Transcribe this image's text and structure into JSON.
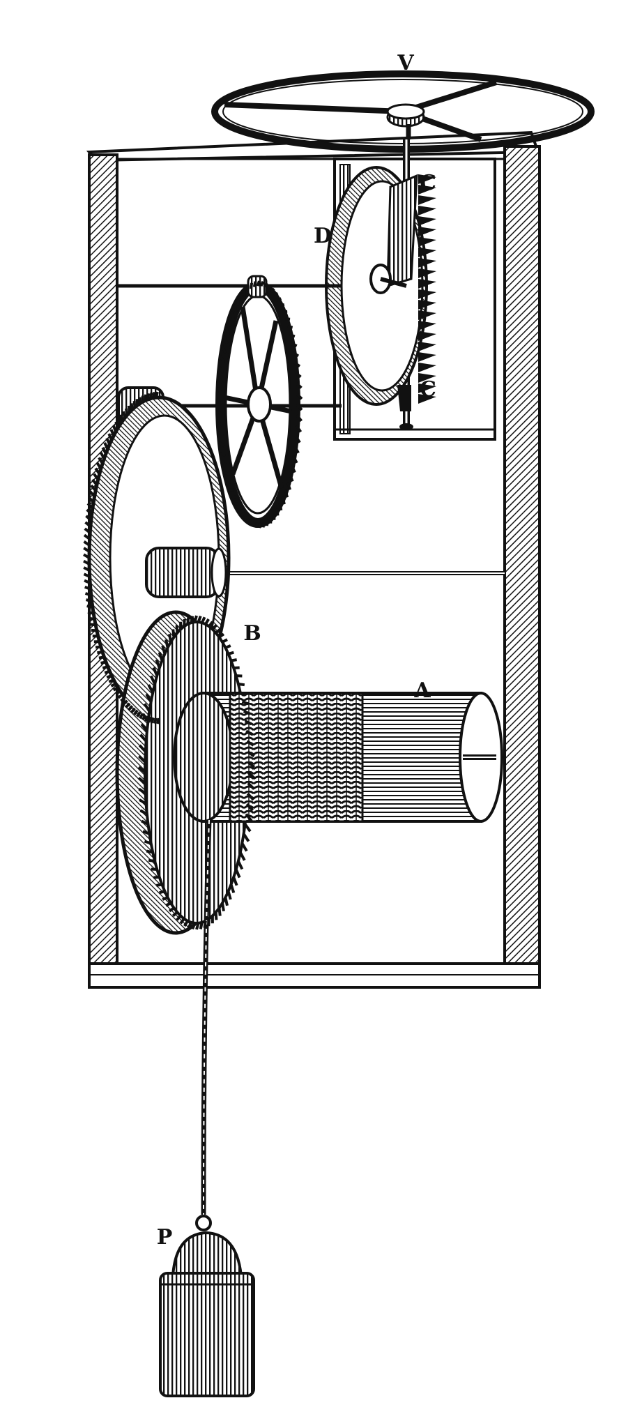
{
  "labels": {
    "V": "V",
    "C_top": "C",
    "C_bottom": "C",
    "D": "D",
    "B": "B",
    "A": "A",
    "P": "P"
  },
  "colors": {
    "ink": "#111111",
    "paper": "#ffffff"
  }
}
